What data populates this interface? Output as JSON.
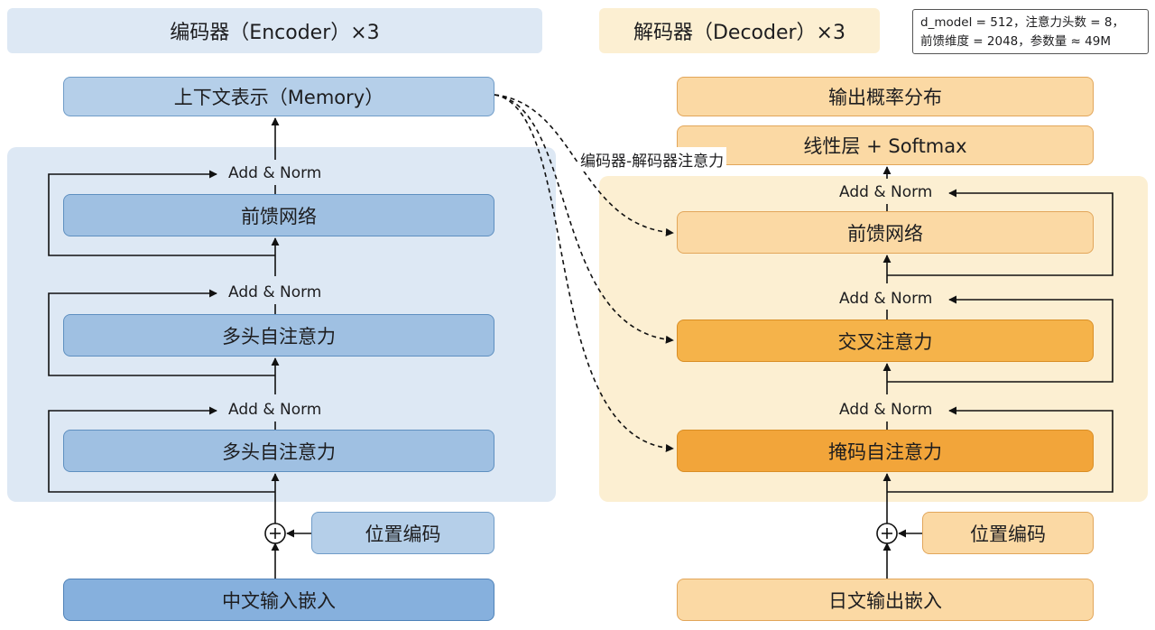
{
  "encoder": {
    "title": "编码器（Encoder）×3",
    "memory": "上下文表示（Memory）",
    "ffn": "前馈网络",
    "self_attn_top": "多头自注意力",
    "self_attn_bottom": "多头自注意力",
    "addnorm_1": "Add & Norm",
    "addnorm_2": "Add & Norm",
    "addnorm_3": "Add & Norm",
    "pos_enc": "位置编码",
    "input": "中文输入嵌入"
  },
  "decoder": {
    "title": "解码器（Decoder）×3",
    "output_prob": "输出概率分布",
    "linear": "线性层 + Softmax",
    "ffn": "前馈网络",
    "cross_attn": "交叉注意力",
    "masked_attn": "掩码自注意力",
    "addnorm_1": "Add & Norm",
    "addnorm_2": "Add & Norm",
    "addnorm_3": "Add & Norm",
    "pos_enc": "位置编码",
    "input": "日文输出嵌入"
  },
  "cross_attention_label": "编码器-解码器注意力",
  "note": {
    "line1": "d_model = 512，注意力头数 = 8，",
    "line2": "前馈维度 = 2048，参数量 ≈ 49M"
  },
  "colors": {
    "encoder_region": "#dde8f4",
    "decoder_region": "#fcefd2",
    "encoder_block": "#9fc0e2",
    "decoder_block": "#f5b34a"
  }
}
